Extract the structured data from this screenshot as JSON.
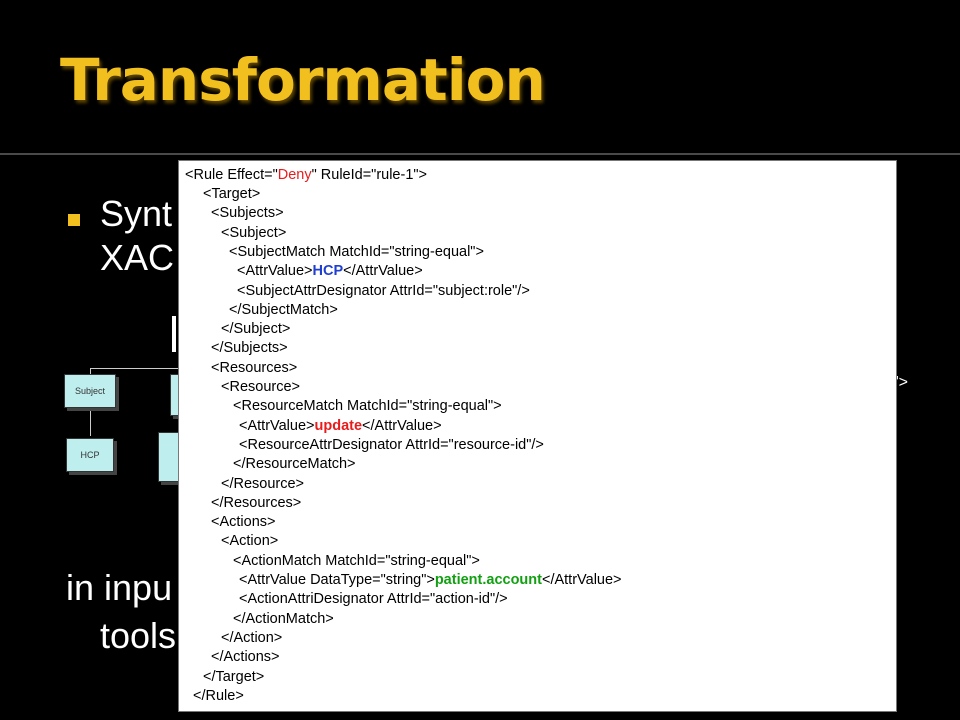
{
  "slide": {
    "title": "Transformation",
    "bullet_line1": "Synt",
    "bullet_line2": "XAC",
    "bottom_line1": "in inpu",
    "bottom_line2": "tools",
    "right_fragment": "\">",
    "accent_color": "#f2c01e"
  },
  "tree": {
    "nodes": [
      "Subject",
      "HCP"
    ]
  },
  "code": {
    "l1_pre": "<Rule Effect=\"",
    "l1_effect": "Deny",
    "l1_post": "\" RuleId=\"rule-1\">",
    "l2": "<Target>",
    "l3": "<Subjects>",
    "l4": "<Subject>",
    "l5": "<SubjectMatch MatchId=\"string-equal\">",
    "l6_pre": "<AttrValue>",
    "l6_val": "HCP",
    "l6_post": "</AttrValue>",
    "l7": "<SubjectAttrDesignator AttrId=\"subject:role\"/>",
    "l8": "</SubjectMatch>",
    "l9": "</Subject>",
    "l10": "</Subjects>",
    "l11": "<Resources>",
    "l12": "<Resource>",
    "l13": "<ResourceMatch MatchId=\"string-equal\">",
    "l14_pre": "<AttrValue>",
    "l14_val": "update",
    "l14_post": "</AttrValue>",
    "l15": "<ResourceAttrDesignator AttrId=\"resource-id\"/>",
    "l16": "</ResourceMatch>",
    "l17": "</Resource>",
    "l18": "</Resources>",
    "l19": "<Actions>",
    "l20": "<Action>",
    "l21": "<ActionMatch MatchId=\"string-equal\">",
    "l22_pre": "<AttrValue DataType=\"string\">",
    "l22_val": "patient.account",
    "l22_post": "</AttrValue>",
    "l23": "<ActionAttriDesignator AttrId=\"action-id\"/>",
    "l24": "</ActionMatch>",
    "l25": "</Action>",
    "l26": "</Actions>",
    "l27": "</Target>",
    "l28": "</Rule>"
  }
}
